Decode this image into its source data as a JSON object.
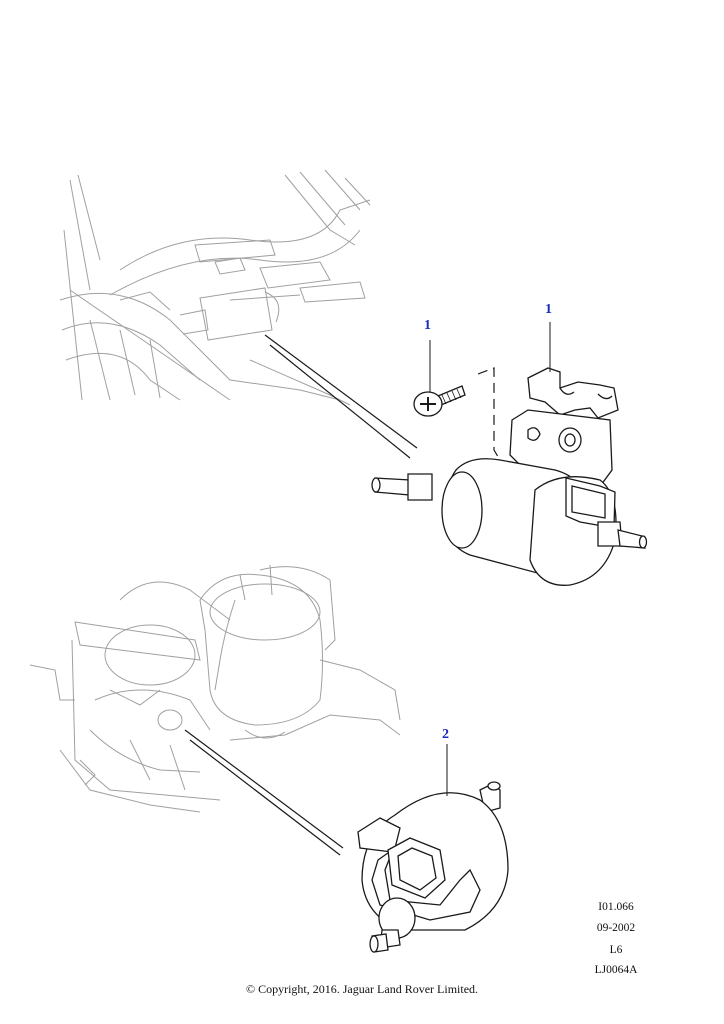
{
  "callouts": {
    "screw": "1",
    "pump_bracket": "1",
    "filter": "2"
  },
  "reference": {
    "code": "I01.066",
    "date": "09-2002",
    "variant": "L6",
    "drawing_no": "LJ0064A"
  },
  "copyright": "© Copyright, 2016. Jaguar Land Rover Limited.",
  "colors": {
    "line": "#1a1a1a",
    "faint_line": "#9a9a9a",
    "callout": "#1a2bb8"
  }
}
